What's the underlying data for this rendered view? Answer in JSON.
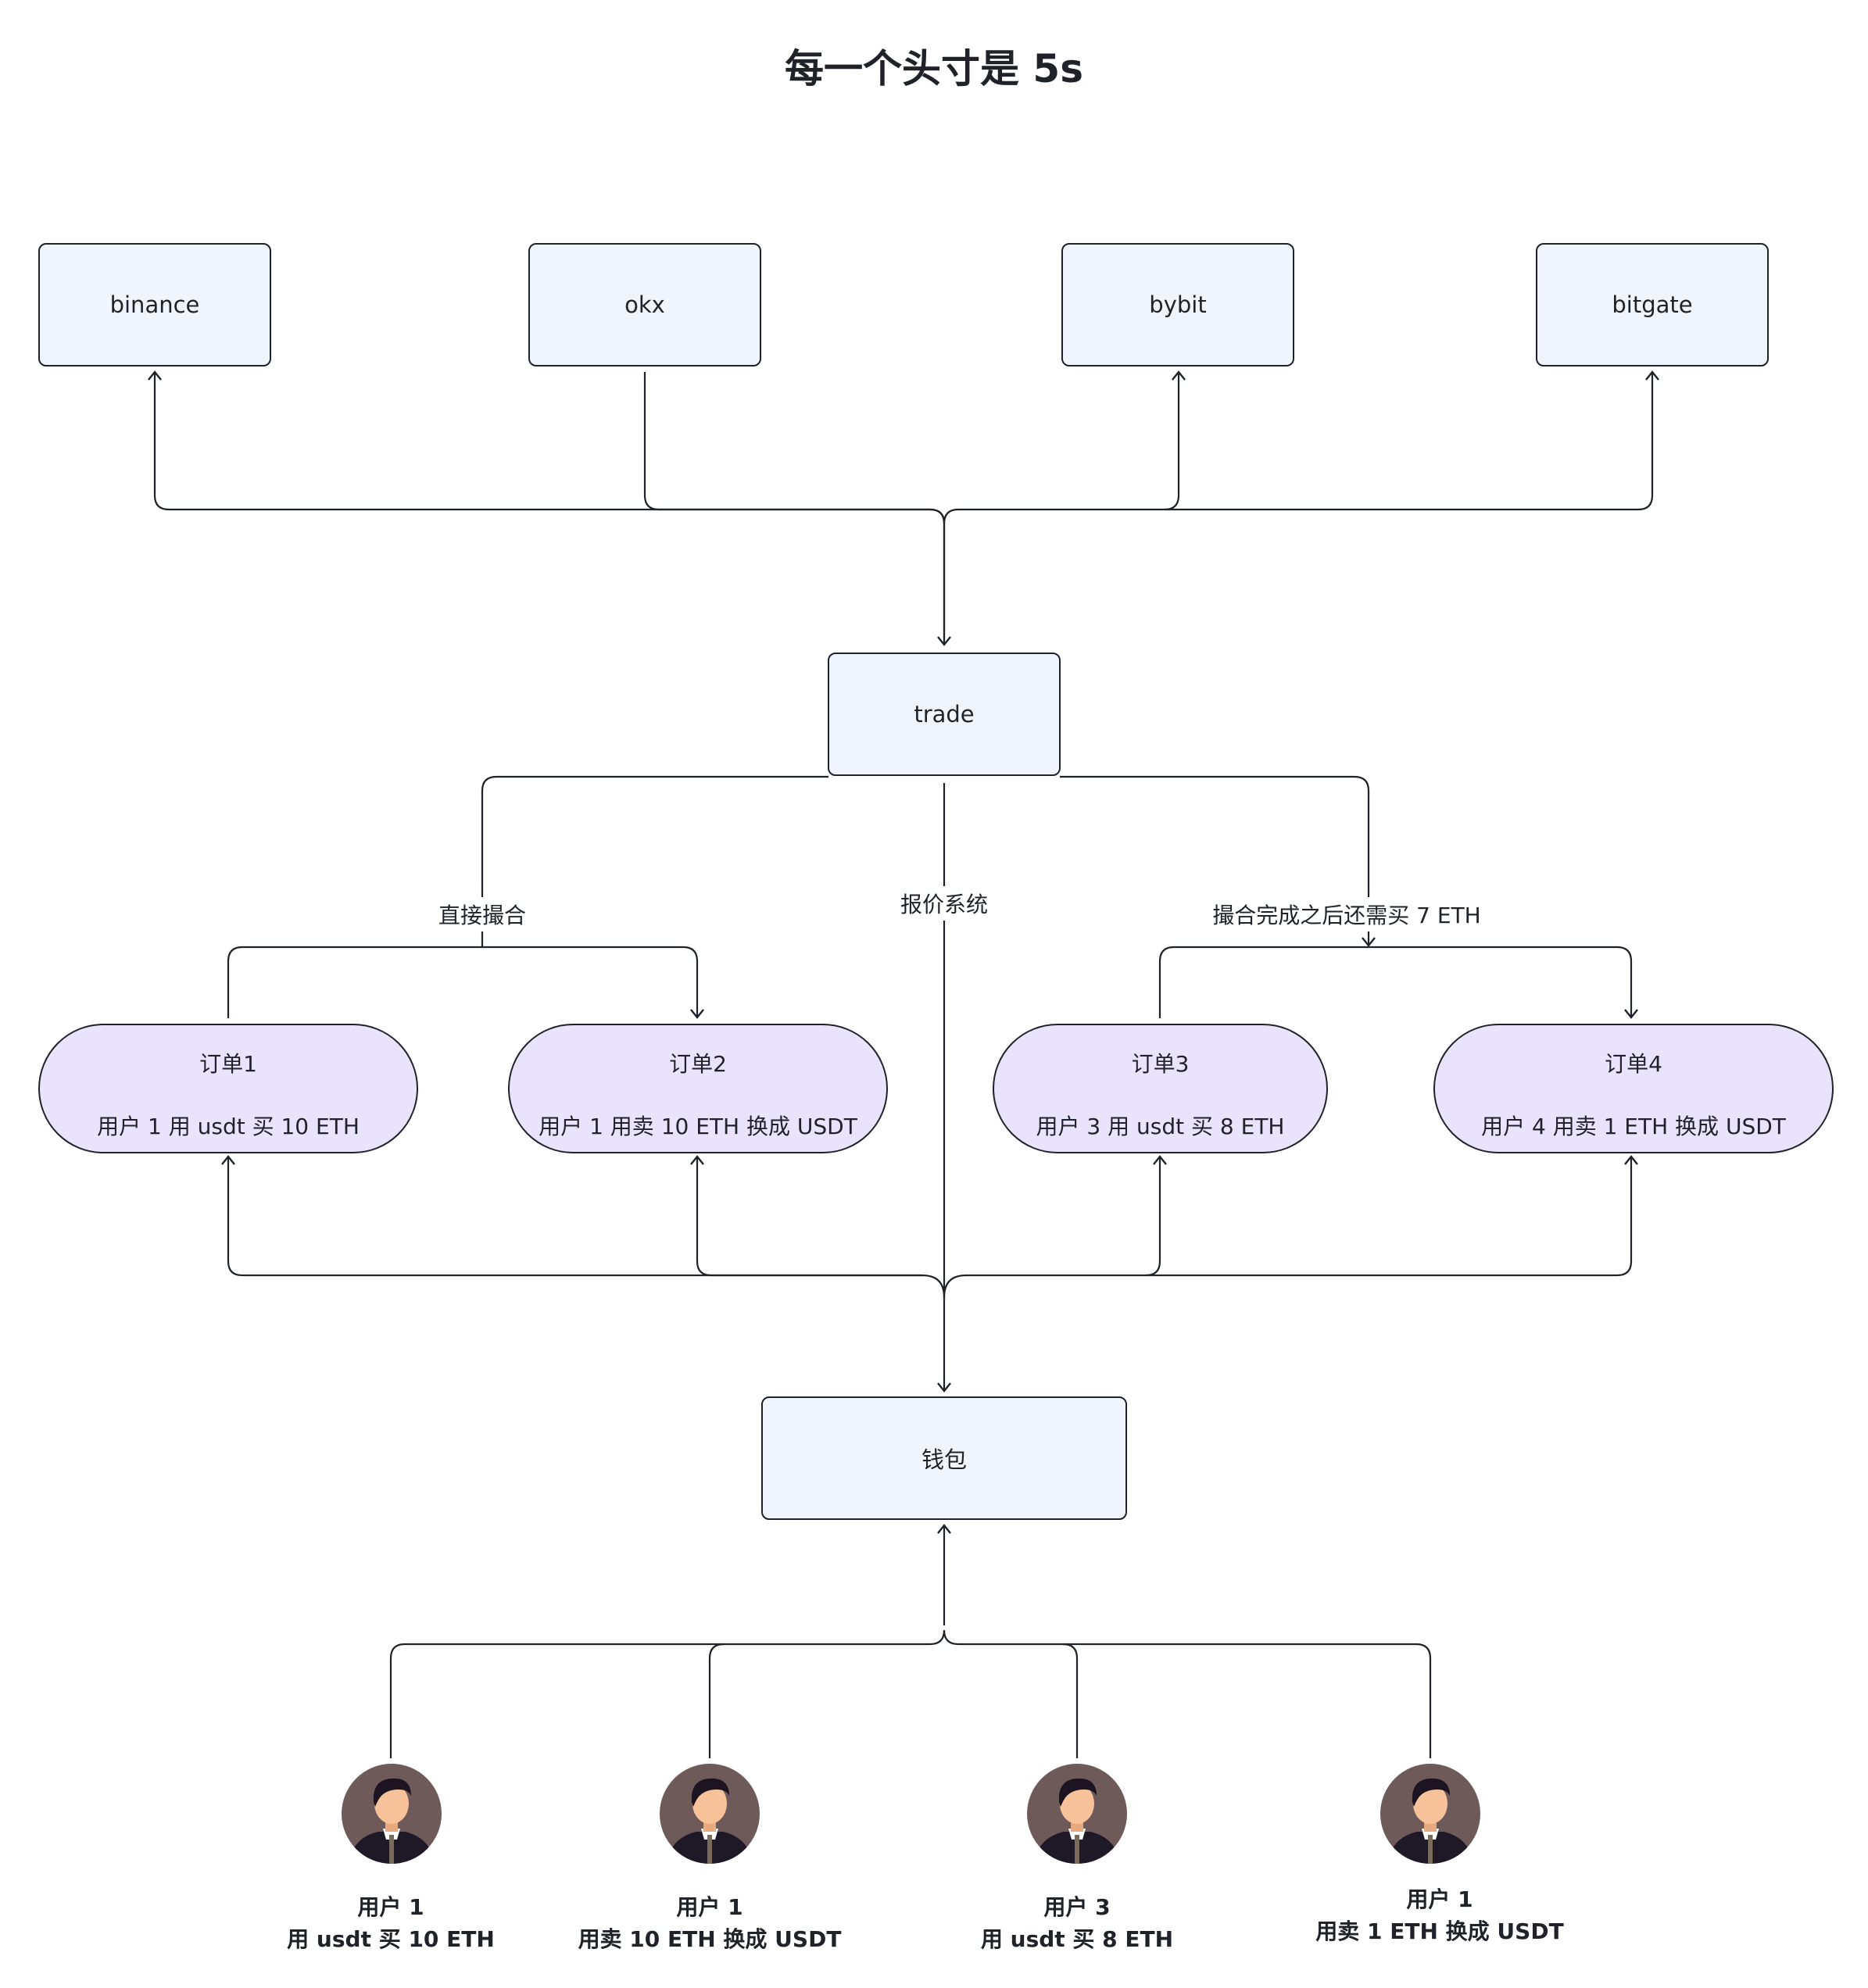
{
  "title": "每一个头寸是 5s",
  "exchanges": [
    "binance",
    "okx",
    "bybit",
    "bitgate"
  ],
  "trade": "trade",
  "wallet": "钱包",
  "edge_labels": {
    "direct_match": "直接撮合",
    "quote_system": "报价系统",
    "after_match": "撮合完成之后还需买  7 ETH"
  },
  "orders": [
    {
      "title": "订单1",
      "desc": "用户 1 用 usdt 买 10 ETH"
    },
    {
      "title": "订单2",
      "desc": "用户 1 用卖 10 ETH 换成 USDT"
    },
    {
      "title": "订单3",
      "desc": "用户 3 用 usdt 买 8 ETH"
    },
    {
      "title": "订单4",
      "desc": "用户 4 用卖 1 ETH 换成 USDT"
    }
  ],
  "users": [
    {
      "name": "用户 1",
      "desc": "用 usdt 买 10 ETH"
    },
    {
      "name": "用户 1",
      "desc": "用卖 10 ETH 换成 USDT"
    },
    {
      "name": "用户 3",
      "desc": "用 usdt 买 8 ETH"
    },
    {
      "name": "用户 1",
      "desc": "用卖 1 ETH 换成 USDT"
    }
  ],
  "colors": {
    "node_fill": "#f0f4fd",
    "order_fill": "#e9e3fd",
    "stroke": "#1f2329",
    "avatar_bg": "#6f5a5a",
    "avatar_skin": "#f7c29a",
    "avatar_hair": "#1c1420",
    "avatar_suit": "#1f1826"
  }
}
